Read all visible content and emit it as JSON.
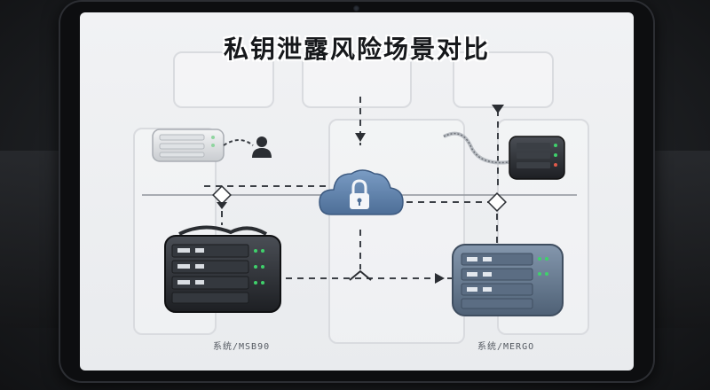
{
  "title": "私钥泄露风险场景对比",
  "captions": {
    "left_device": "系统/MSB90",
    "right_device": "系统/MERGO"
  },
  "icons": {
    "center": "cloud-lock-icon",
    "user": "person-icon",
    "left_top": "portable-device-icon",
    "right_top": "hardware-module-icon",
    "left_bottom": "dark-server-module-icon",
    "right_bottom": "blue-server-module-icon"
  },
  "colors": {
    "cloud": "#5f83ad",
    "device_dark": "#2a2d31",
    "device_blue": "#6b7f96",
    "led_green": "#3fd16b",
    "line": "#3c4046"
  }
}
